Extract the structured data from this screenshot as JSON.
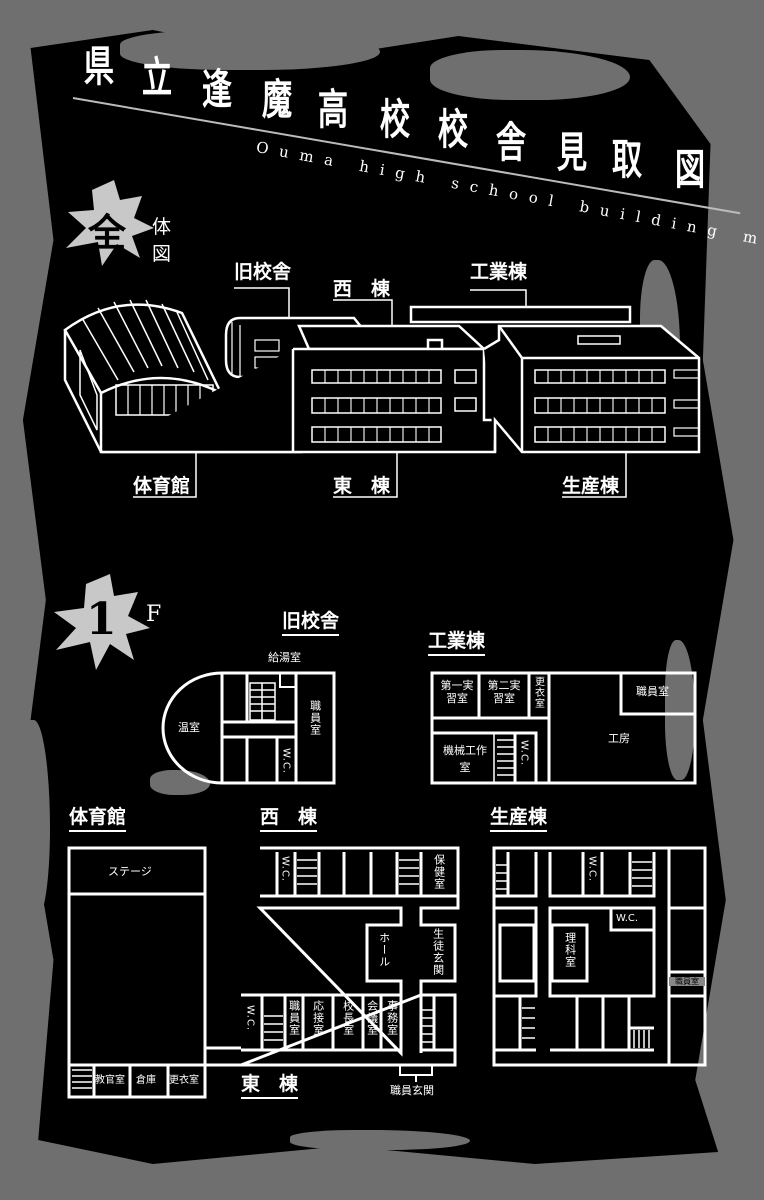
{
  "title": {
    "chars": [
      "県",
      "立",
      "逢",
      "魔",
      "高",
      "校",
      "校",
      "舎",
      "見",
      "取",
      "図"
    ],
    "subtitle": "Ouma high school building map"
  },
  "overview": {
    "heading_char": "全",
    "heading_rest": "体図",
    "labels": {
      "old_building": "旧校舎",
      "west_wing": "西　棟",
      "industrial_wing": "工業棟",
      "gymnasium": "体育館",
      "east_wing": "東　棟",
      "production_wing": "生産棟"
    }
  },
  "floor1": {
    "heading_num": "1",
    "heading_unit": "F",
    "old_building": {
      "title": "旧校舎",
      "rooms": {
        "kitchenette": "給湯室",
        "greenhouse": "温室",
        "staff_room": "職員室",
        "wc": "W.C."
      }
    },
    "industrial_wing": {
      "title": "工業棟",
      "rooms": {
        "practice1": "第一実習室",
        "practice2": "第二実習室",
        "locker": "更衣室",
        "staff_room": "職員室",
        "workshop": "工房",
        "machine_shop": "機械工作室",
        "wc": "W.C."
      }
    },
    "gymnasium": {
      "title": "体育館",
      "rooms": {
        "stage": "ステージ",
        "instructor": "教官室",
        "storage": "倉庫",
        "locker": "更衣室"
      }
    },
    "west_wing": {
      "title": "西　棟",
      "rooms": {
        "wc": "W.C.",
        "infirmary": "保健室",
        "hall": "ホール",
        "student_entrance": "生徒玄関"
      }
    },
    "east_wing": {
      "title": "東　棟",
      "rooms": {
        "wc": "W.C.",
        "staff_room": "職員室",
        "reception": "応接室",
        "principal": "校長室",
        "meeting": "会議室",
        "office": "事務室",
        "staff_entrance": "職員玄関"
      }
    },
    "production_wing": {
      "title": "生産棟",
      "rooms": {
        "wc_top": "W.C.",
        "wc": "W.C.",
        "science": "理科室",
        "staff_room": "職員室"
      }
    }
  }
}
